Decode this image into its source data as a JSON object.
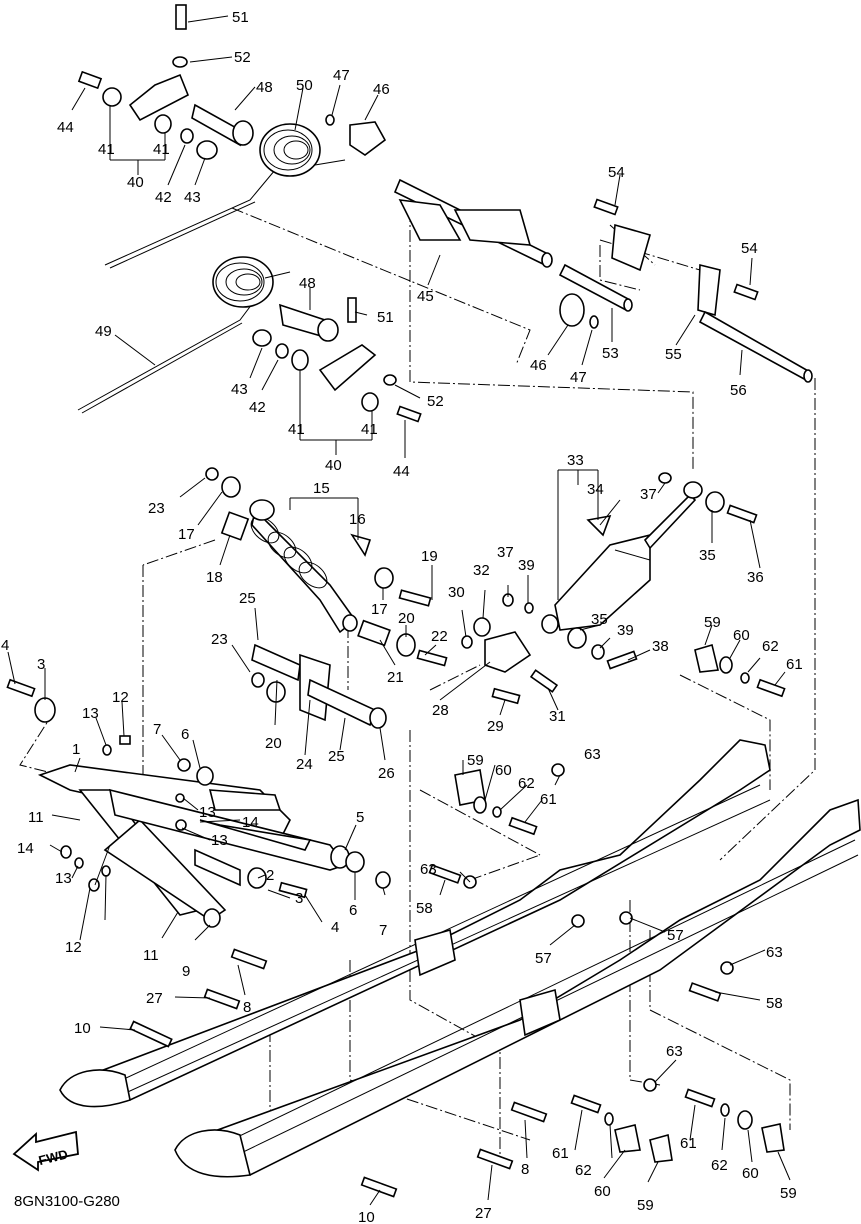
{
  "drawing_code": "8GN3100-G280",
  "fwd_label": "FWD",
  "callouts": [
    {
      "id": "c51a",
      "text": "51"
    },
    {
      "id": "c52a",
      "text": "52"
    },
    {
      "id": "c44a",
      "text": "44"
    },
    {
      "id": "c41a",
      "text": "41"
    },
    {
      "id": "c41b",
      "text": "41"
    },
    {
      "id": "c40a",
      "text": "40"
    },
    {
      "id": "c42a",
      "text": "42"
    },
    {
      "id": "c43a",
      "text": "43"
    },
    {
      "id": "c48a",
      "text": "48"
    },
    {
      "id": "c50",
      "text": "50"
    },
    {
      "id": "c47a",
      "text": "47"
    },
    {
      "id": "c46a",
      "text": "46"
    },
    {
      "id": "c54a",
      "text": "54"
    },
    {
      "id": "c54b",
      "text": "54"
    },
    {
      "id": "c45",
      "text": "45"
    },
    {
      "id": "c46b",
      "text": "46"
    },
    {
      "id": "c47b",
      "text": "47"
    },
    {
      "id": "c53",
      "text": "53"
    },
    {
      "id": "c55",
      "text": "55"
    },
    {
      "id": "c56",
      "text": "56"
    },
    {
      "id": "c48b",
      "text": "48"
    },
    {
      "id": "c51b",
      "text": "51"
    },
    {
      "id": "c49",
      "text": "49"
    },
    {
      "id": "c43b",
      "text": "43"
    },
    {
      "id": "c42b",
      "text": "42"
    },
    {
      "id": "c52b",
      "text": "52"
    },
    {
      "id": "c41c",
      "text": "41"
    },
    {
      "id": "c41d",
      "text": "41"
    },
    {
      "id": "c40b",
      "text": "40"
    },
    {
      "id": "c44b",
      "text": "44"
    },
    {
      "id": "c33",
      "text": "33"
    },
    {
      "id": "c34",
      "text": "34"
    },
    {
      "id": "c37a",
      "text": "37"
    },
    {
      "id": "c35a",
      "text": "35"
    },
    {
      "id": "c36",
      "text": "36"
    },
    {
      "id": "c15",
      "text": "15"
    },
    {
      "id": "c16",
      "text": "16"
    },
    {
      "id": "c23a",
      "text": "23"
    },
    {
      "id": "c17a",
      "text": "17"
    },
    {
      "id": "c18",
      "text": "18"
    },
    {
      "id": "c19",
      "text": "19"
    },
    {
      "id": "c17b",
      "text": "17"
    },
    {
      "id": "c37b",
      "text": "37"
    },
    {
      "id": "c39a",
      "text": "39"
    },
    {
      "id": "c32",
      "text": "32"
    },
    {
      "id": "c30",
      "text": "30"
    },
    {
      "id": "c20a",
      "text": "20"
    },
    {
      "id": "c35b",
      "text": "35"
    },
    {
      "id": "c39b",
      "text": "39"
    },
    {
      "id": "c38",
      "text": "38"
    },
    {
      "id": "c25a",
      "text": "25"
    },
    {
      "id": "c22",
      "text": "22"
    },
    {
      "id": "c21",
      "text": "21"
    },
    {
      "id": "c23b",
      "text": "23"
    },
    {
      "id": "c59a",
      "text": "59"
    },
    {
      "id": "c60a",
      "text": "60"
    },
    {
      "id": "c62a",
      "text": "62"
    },
    {
      "id": "c61a",
      "text": "61"
    },
    {
      "id": "c28",
      "text": "28"
    },
    {
      "id": "c29",
      "text": "29"
    },
    {
      "id": "c31",
      "text": "31"
    },
    {
      "id": "c4a",
      "text": "4"
    },
    {
      "id": "c3a",
      "text": "3"
    },
    {
      "id": "c12a",
      "text": "12"
    },
    {
      "id": "c13a",
      "text": "13"
    },
    {
      "id": "c7a",
      "text": "7"
    },
    {
      "id": "c6a",
      "text": "6"
    },
    {
      "id": "c20b",
      "text": "20"
    },
    {
      "id": "c24",
      "text": "24"
    },
    {
      "id": "c25b",
      "text": "25"
    },
    {
      "id": "c26",
      "text": "26"
    },
    {
      "id": "c1",
      "text": "1"
    },
    {
      "id": "c59b",
      "text": "59"
    },
    {
      "id": "c60b",
      "text": "60"
    },
    {
      "id": "c63a",
      "text": "63"
    },
    {
      "id": "c62b",
      "text": "62"
    },
    {
      "id": "c61b",
      "text": "61"
    },
    {
      "id": "c11a",
      "text": "11"
    },
    {
      "id": "c14a",
      "text": "14"
    },
    {
      "id": "c13b",
      "text": "13"
    },
    {
      "id": "c5",
      "text": "5"
    },
    {
      "id": "c14b",
      "text": "14"
    },
    {
      "id": "c13c",
      "text": "13"
    },
    {
      "id": "c13d",
      "text": "13"
    },
    {
      "id": "c2",
      "text": "2"
    },
    {
      "id": "c63b",
      "text": "63"
    },
    {
      "id": "c3b",
      "text": "3"
    },
    {
      "id": "c6b",
      "text": "6"
    },
    {
      "id": "c4b",
      "text": "4"
    },
    {
      "id": "c7b",
      "text": "7"
    },
    {
      "id": "c12b",
      "text": "12"
    },
    {
      "id": "c58a",
      "text": "58"
    },
    {
      "id": "c57a",
      "text": "57"
    },
    {
      "id": "c57b",
      "text": "57"
    },
    {
      "id": "c63c",
      "text": "63"
    },
    {
      "id": "c11b",
      "text": "11"
    },
    {
      "id": "c9",
      "text": "9"
    },
    {
      "id": "c58b",
      "text": "58"
    },
    {
      "id": "c27a",
      "text": "27"
    },
    {
      "id": "c8a",
      "text": "8"
    },
    {
      "id": "c10a",
      "text": "10"
    },
    {
      "id": "c63d",
      "text": "63"
    },
    {
      "id": "c61c",
      "text": "61"
    },
    {
      "id": "c61d",
      "text": "61"
    },
    {
      "id": "c62c",
      "text": "62"
    },
    {
      "id": "c62d",
      "text": "62"
    },
    {
      "id": "c60c",
      "text": "60"
    },
    {
      "id": "c60d",
      "text": "60"
    },
    {
      "id": "c59c",
      "text": "59"
    },
    {
      "id": "c59d",
      "text": "59"
    },
    {
      "id": "c8b",
      "text": "8"
    },
    {
      "id": "c27b",
      "text": "27"
    },
    {
      "id": "c10b",
      "text": "10"
    }
  ]
}
